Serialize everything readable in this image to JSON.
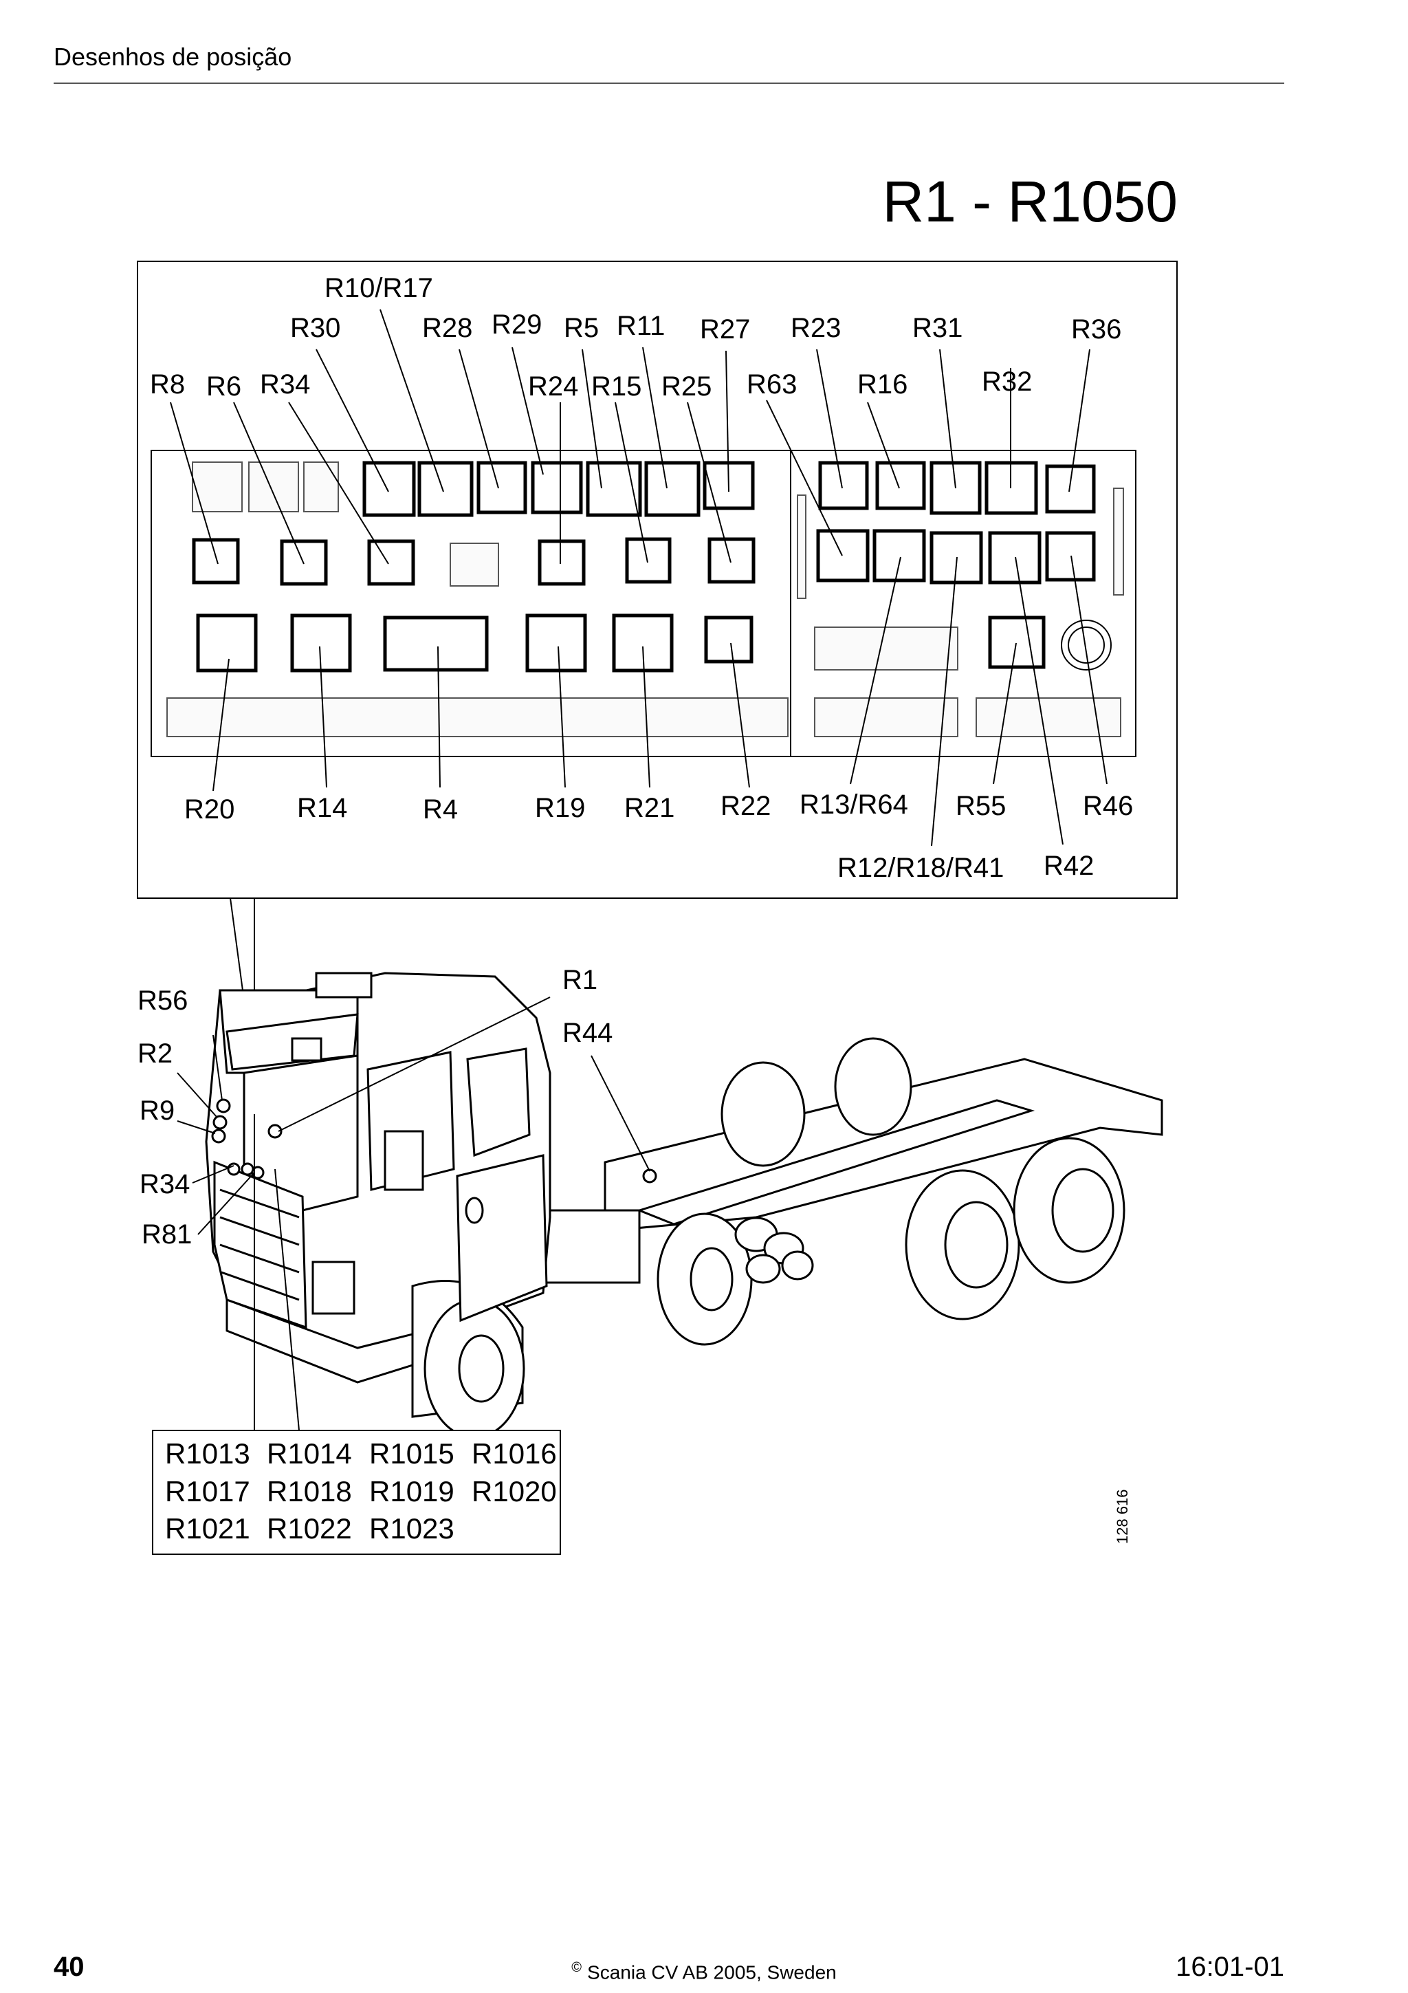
{
  "header": {
    "section_title": "Desenhos de posição"
  },
  "page_title": "R1 - R1050",
  "panel_labels": {
    "top": [
      {
        "id": "R10/R17"
      },
      {
        "id": "R30"
      },
      {
        "id": "R28"
      },
      {
        "id": "R29"
      },
      {
        "id": "R5"
      },
      {
        "id": "R11"
      },
      {
        "id": "R27"
      },
      {
        "id": "R23"
      },
      {
        "id": "R31"
      },
      {
        "id": "R36"
      },
      {
        "id": "R8"
      },
      {
        "id": "R6"
      },
      {
        "id": "R34"
      },
      {
        "id": "R24"
      },
      {
        "id": "R15"
      },
      {
        "id": "R25"
      },
      {
        "id": "R63"
      },
      {
        "id": "R16"
      },
      {
        "id": "R32"
      }
    ],
    "bottom": [
      {
        "id": "R20"
      },
      {
        "id": "R14"
      },
      {
        "id": "R4"
      },
      {
        "id": "R19"
      },
      {
        "id": "R21"
      },
      {
        "id": "R22"
      },
      {
        "id": "R13/R64"
      },
      {
        "id": "R55"
      },
      {
        "id": "R46"
      },
      {
        "id": "R12/R18/R41"
      },
      {
        "id": "R42"
      }
    ]
  },
  "truck_labels": {
    "left": [
      "R56",
      "R2",
      "R9",
      "R34",
      "R81"
    ],
    "right": [
      "R1",
      "R44"
    ]
  },
  "relay_table": {
    "rows": [
      [
        "R1013",
        "R1014",
        "R1015",
        "R1016"
      ],
      [
        "R1017",
        "R1018",
        "R1019",
        "R1020"
      ],
      [
        "R1021",
        "R1022",
        "R1023"
      ]
    ]
  },
  "figure_number": "128 616",
  "footer": {
    "page_number": "40",
    "copyright_symbol": "©",
    "copyright": "Scania CV AB 2005, Sweden",
    "doc_code": "16:01-01"
  }
}
